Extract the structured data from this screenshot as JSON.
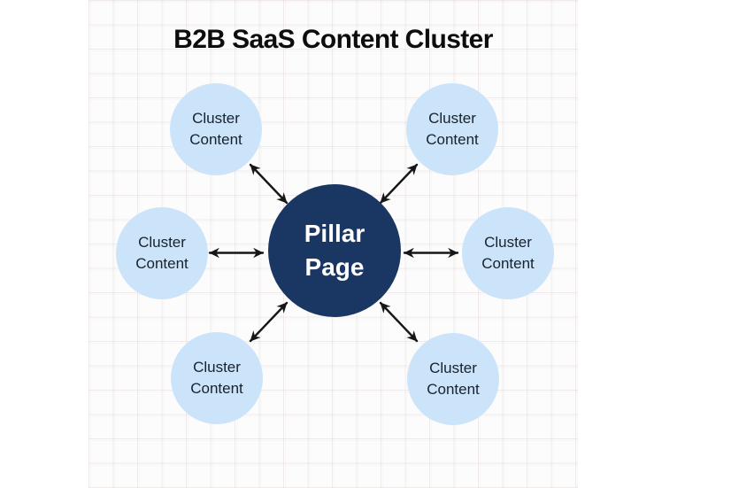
{
  "title": "B2B SaaS Content Cluster",
  "diagram": {
    "type": "hub-and-spoke",
    "pillar": {
      "label": "Pillar Page"
    },
    "clusters": [
      {
        "position": "top-left",
        "label": "Cluster Content"
      },
      {
        "position": "top-right",
        "label": "Cluster Content"
      },
      {
        "position": "middle-left",
        "label": "Cluster Content"
      },
      {
        "position": "middle-right",
        "label": "Cluster Content"
      },
      {
        "position": "bottom-left",
        "label": "Cluster Content"
      },
      {
        "position": "bottom-right",
        "label": "Cluster Content"
      }
    ],
    "connections": [
      {
        "from": "pillar",
        "to": "top-left",
        "style": "double-headed-arrow"
      },
      {
        "from": "pillar",
        "to": "top-right",
        "style": "double-headed-arrow"
      },
      {
        "from": "pillar",
        "to": "middle-left",
        "style": "double-headed-arrow"
      },
      {
        "from": "pillar",
        "to": "middle-right",
        "style": "double-headed-arrow"
      },
      {
        "from": "pillar",
        "to": "bottom-left",
        "style": "double-headed-arrow"
      },
      {
        "from": "pillar",
        "to": "bottom-right",
        "style": "double-headed-arrow"
      }
    ],
    "colors": {
      "pillar_fill": "#1A3764",
      "pillar_text": "#FFFFFF",
      "cluster_fill": "#CCE4F9",
      "cluster_text": "#16222E",
      "arrow": "#161616",
      "title_text": "#0D0D0D",
      "canvas_background": "#FDFCFC",
      "grid_line": "#EDE6E6",
      "page_background": "#FFFFFF"
    }
  }
}
